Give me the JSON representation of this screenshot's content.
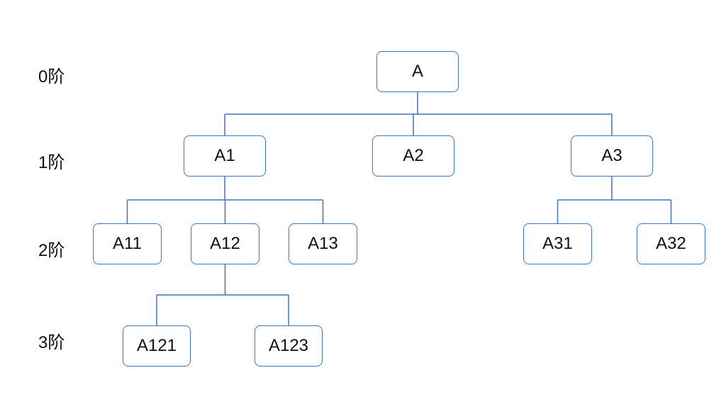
{
  "colors": {
    "edge": "#4472c4",
    "node_border": "#4472c4",
    "text": "#111111"
  },
  "levels": {
    "l0": "0阶",
    "l1": "1阶",
    "l2": "2阶",
    "l3": "3阶"
  },
  "nodes": {
    "A": "A",
    "A1": "A1",
    "A2": "A2",
    "A3": "A3",
    "A11": "A11",
    "A12": "A12",
    "A13": "A13",
    "A31": "A31",
    "A32": "A32",
    "A121": "A121",
    "A123": "A123"
  },
  "edges": [
    [
      "A",
      "A1"
    ],
    [
      "A",
      "A2"
    ],
    [
      "A",
      "A3"
    ],
    [
      "A1",
      "A11"
    ],
    [
      "A1",
      "A12"
    ],
    [
      "A1",
      "A13"
    ],
    [
      "A3",
      "A31"
    ],
    [
      "A3",
      "A32"
    ],
    [
      "A12",
      "A121"
    ],
    [
      "A12",
      "A123"
    ]
  ]
}
